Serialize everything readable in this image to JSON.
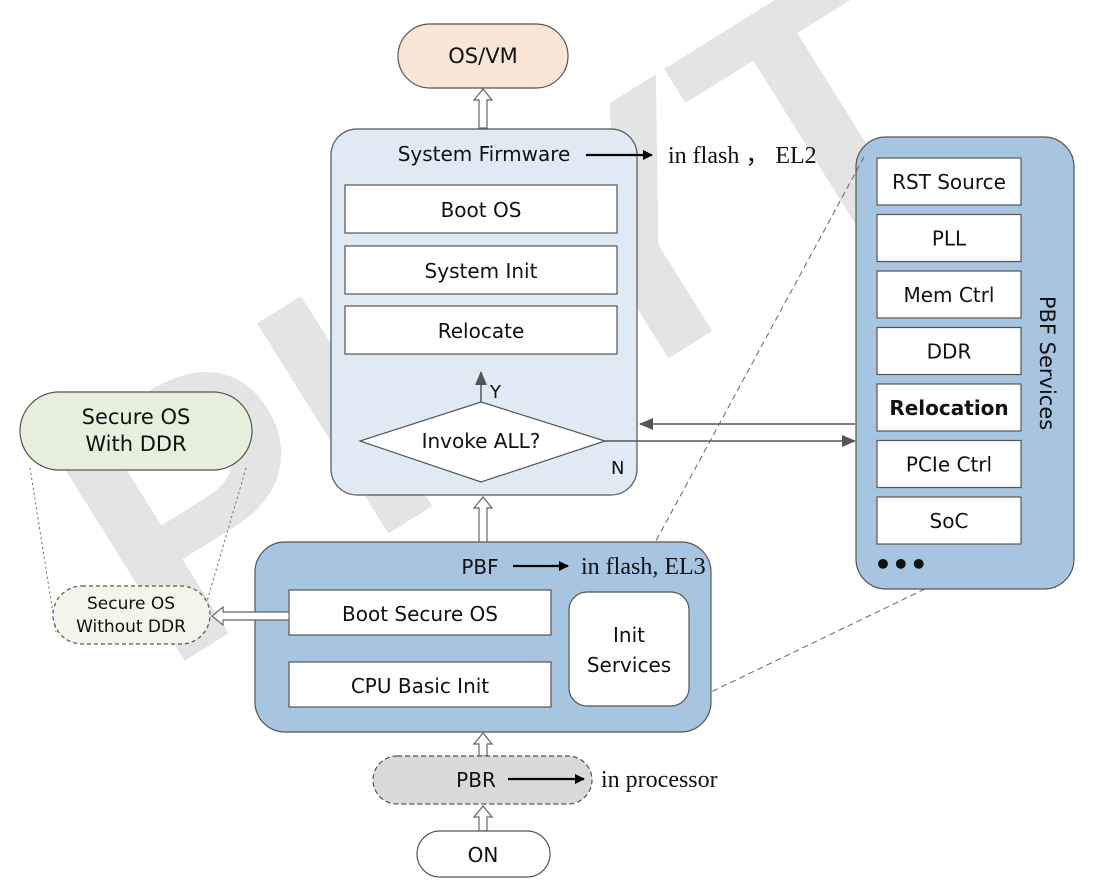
{
  "nodes": {
    "os_vm": "OS/VM",
    "system_firmware": "System Firmware",
    "boot_os": "Boot OS",
    "system_init": "System Init",
    "relocate": "Relocate",
    "invoke_all": "Invoke ALL?",
    "yes": "Y",
    "no": "N",
    "secure_os_ddr": [
      "Secure OS",
      "With DDR"
    ],
    "secure_os_no_ddr": [
      "Secure OS",
      "Without DDR"
    ],
    "pbf": "PBF",
    "boot_secure_os": "Boot Secure OS",
    "cpu_basic_init": "CPU Basic Init",
    "init_services": [
      "Init",
      "Services"
    ],
    "pbr": "PBR",
    "on": "ON"
  },
  "annotations": {
    "fw_location": "in flash ， EL2",
    "pbf_location": "in flash, EL3",
    "pbr_location": "in processor"
  },
  "pbf_services": {
    "title": "PBF Services",
    "items": [
      "RST Source",
      "PLL",
      "Mem Ctrl",
      "DDR",
      "Relocation",
      "PCIe Ctrl",
      "SoC"
    ],
    "more": "•••"
  },
  "colors": {
    "os_vm_fill": "#fae6d6",
    "firmware_fill": "#dfeaf5",
    "pbf_fill": "#a7c4e0",
    "services_fill": "#a7c4e0",
    "secure_ddr_fill": "#e8efdc",
    "secure_noddr_fill": "#f2f6ea",
    "pbr_fill": "#d9d9d9",
    "stroke": "#555555"
  }
}
